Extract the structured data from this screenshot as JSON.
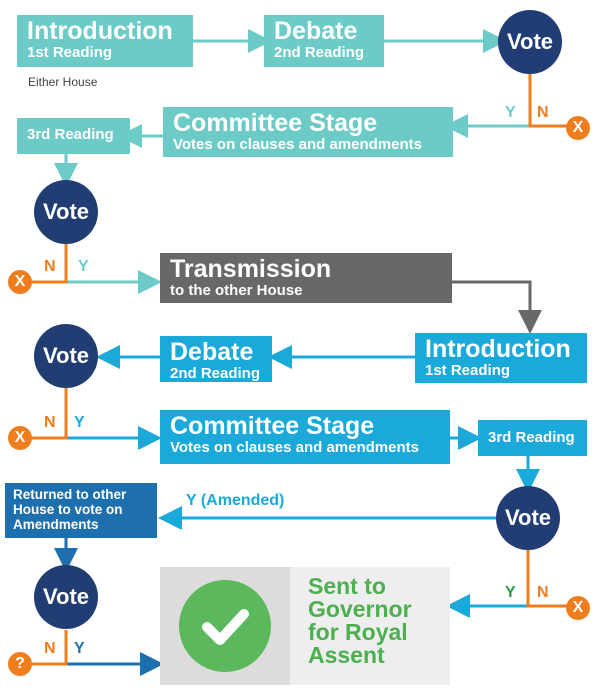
{
  "colors": {
    "teal": "#6ccbc7",
    "cyan": "#1aa9d9",
    "dark_blue": "#1e6fae",
    "navy": "#213d73",
    "orange": "#f07d1d",
    "grey": "#686868",
    "green": "#4caf50"
  },
  "first_house": {
    "introduction": {
      "title": "Introduction",
      "subtitle": "1st Reading"
    },
    "house_note": "Either House",
    "debate": {
      "title": "Debate",
      "subtitle": "2nd Reading"
    },
    "vote1": {
      "label": "Vote",
      "yes": "Y",
      "no": "N",
      "reject": "X"
    },
    "committee": {
      "title": "Committee Stage",
      "subtitle": "Votes on clauses and amendments"
    },
    "third_reading": {
      "title": "3rd Reading"
    },
    "vote2": {
      "label": "Vote",
      "yes": "Y",
      "no": "N",
      "reject": "X"
    }
  },
  "transmission": {
    "title": "Transmission",
    "subtitle": "to the other House"
  },
  "second_house": {
    "introduction": {
      "title": "Introduction",
      "subtitle": "1st Reading"
    },
    "debate": {
      "title": "Debate",
      "subtitle": "2nd Reading"
    },
    "vote1": {
      "label": "Vote",
      "yes": "Y",
      "no": "N",
      "reject": "X"
    },
    "committee": {
      "title": "Committee Stage",
      "subtitle": "Votes on clauses and amendments"
    },
    "third_reading": {
      "title": "3rd Reading"
    },
    "vote2": {
      "label": "Vote",
      "yes": "Y",
      "no": "N",
      "reject": "X",
      "amended": "Y (Amended)"
    }
  },
  "returned": {
    "text": "Returned to other House to vote on Amendments"
  },
  "vote_final": {
    "label": "Vote",
    "yes": "Y",
    "no": "N",
    "unknown": "?"
  },
  "final": {
    "text": "Sent to Governor for Royal Assent",
    "icon": "check-icon"
  }
}
